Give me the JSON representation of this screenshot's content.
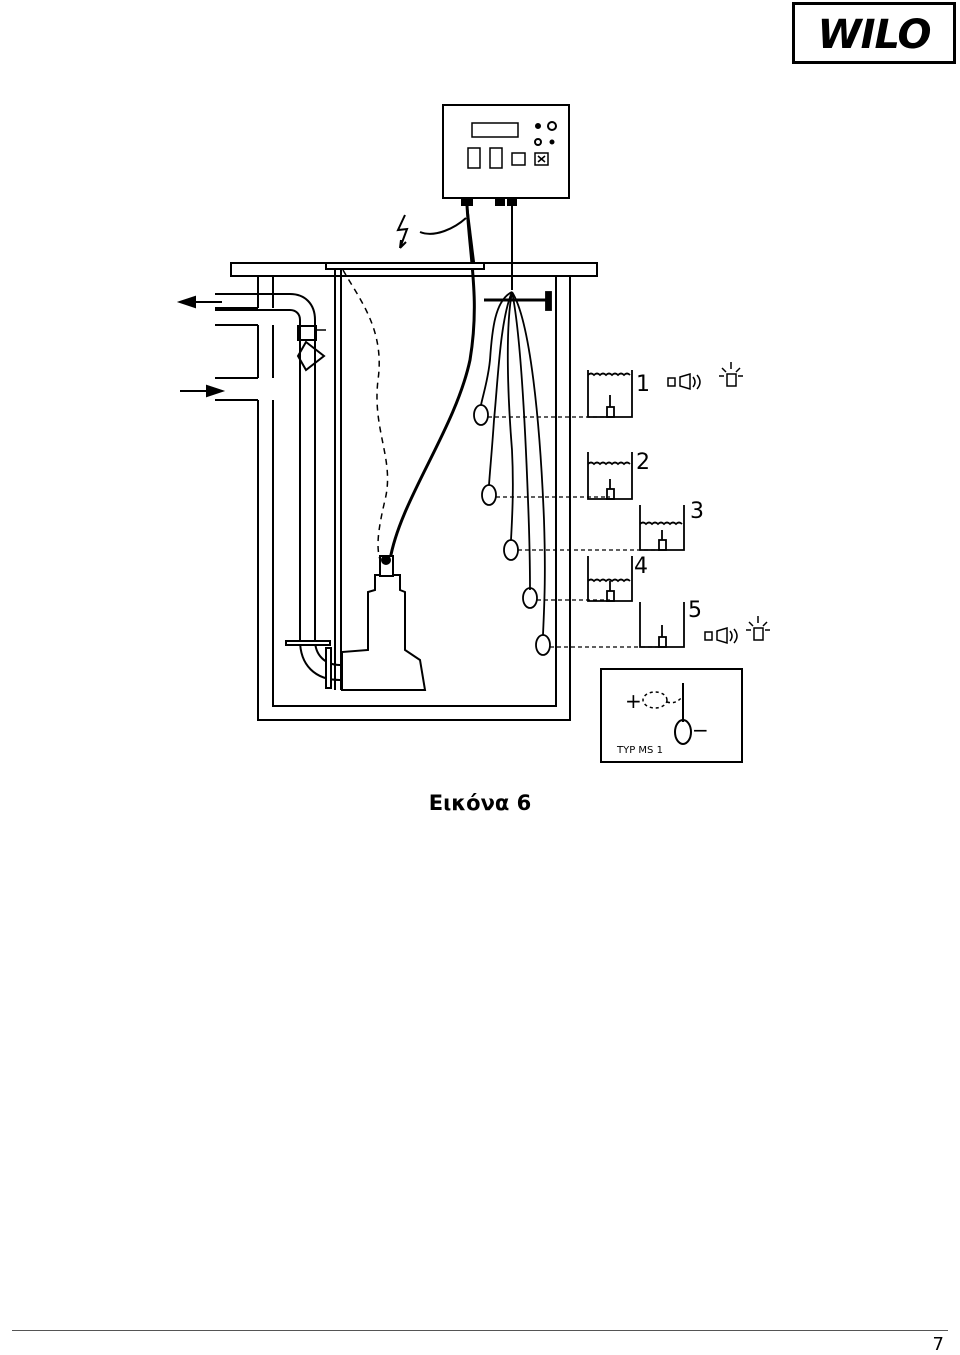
{
  "logo": {
    "text": "WILO"
  },
  "figure": {
    "level_labels": [
      "5",
      "4",
      "3",
      "2",
      "1"
    ],
    "inset_label": "TYP MS 1",
    "inset_plus": "+",
    "inset_minus": "−"
  },
  "caption": "Εικόνα 6",
  "footer": {
    "page_number": "7"
  }
}
